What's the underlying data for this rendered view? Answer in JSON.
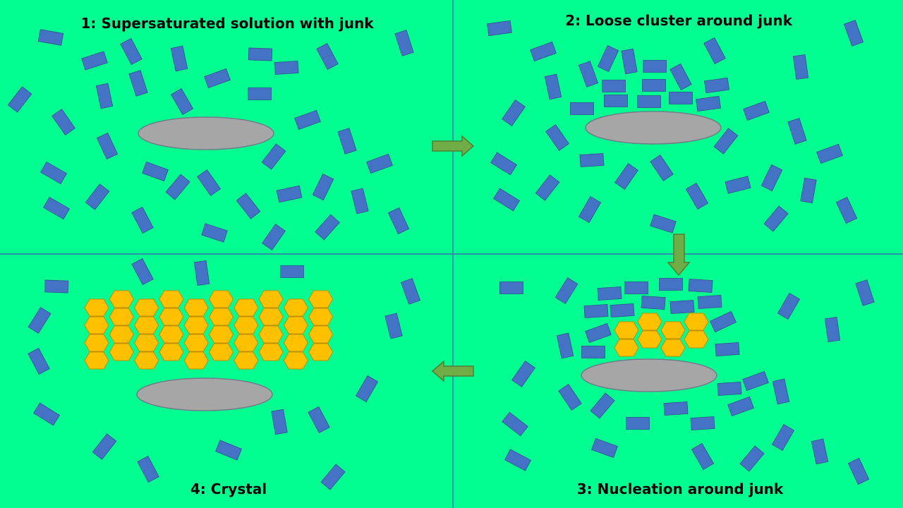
{
  "colors": {
    "background": "#00FF90",
    "divider": "#3A6FB0",
    "molecule": "#4472C4",
    "molecule_stroke": "#2F528F",
    "junk": "#A6A6A6",
    "junk_stroke": "#6E7E8A",
    "crystal": "#FFC000",
    "crystal_stroke": "#BF9000",
    "arrow": "#70AD47",
    "arrow_stroke": "#507E32"
  },
  "panels": [
    {
      "id": "supersaturated",
      "title": "1: Supersaturated solution with junk"
    },
    {
      "id": "loose-cluster",
      "title": "2: Loose cluster around junk"
    },
    {
      "id": "nucleation",
      "title": "3: Nucleation around junk"
    },
    {
      "id": "crystal",
      "title": "4: Crystal"
    }
  ],
  "arrows": [
    {
      "from": "supersaturated",
      "to": "loose-cluster",
      "direction": "right"
    },
    {
      "from": "loose-cluster",
      "to": "nucleation",
      "direction": "down"
    },
    {
      "from": "nucleation",
      "to": "crystal",
      "direction": "left"
    }
  ]
}
